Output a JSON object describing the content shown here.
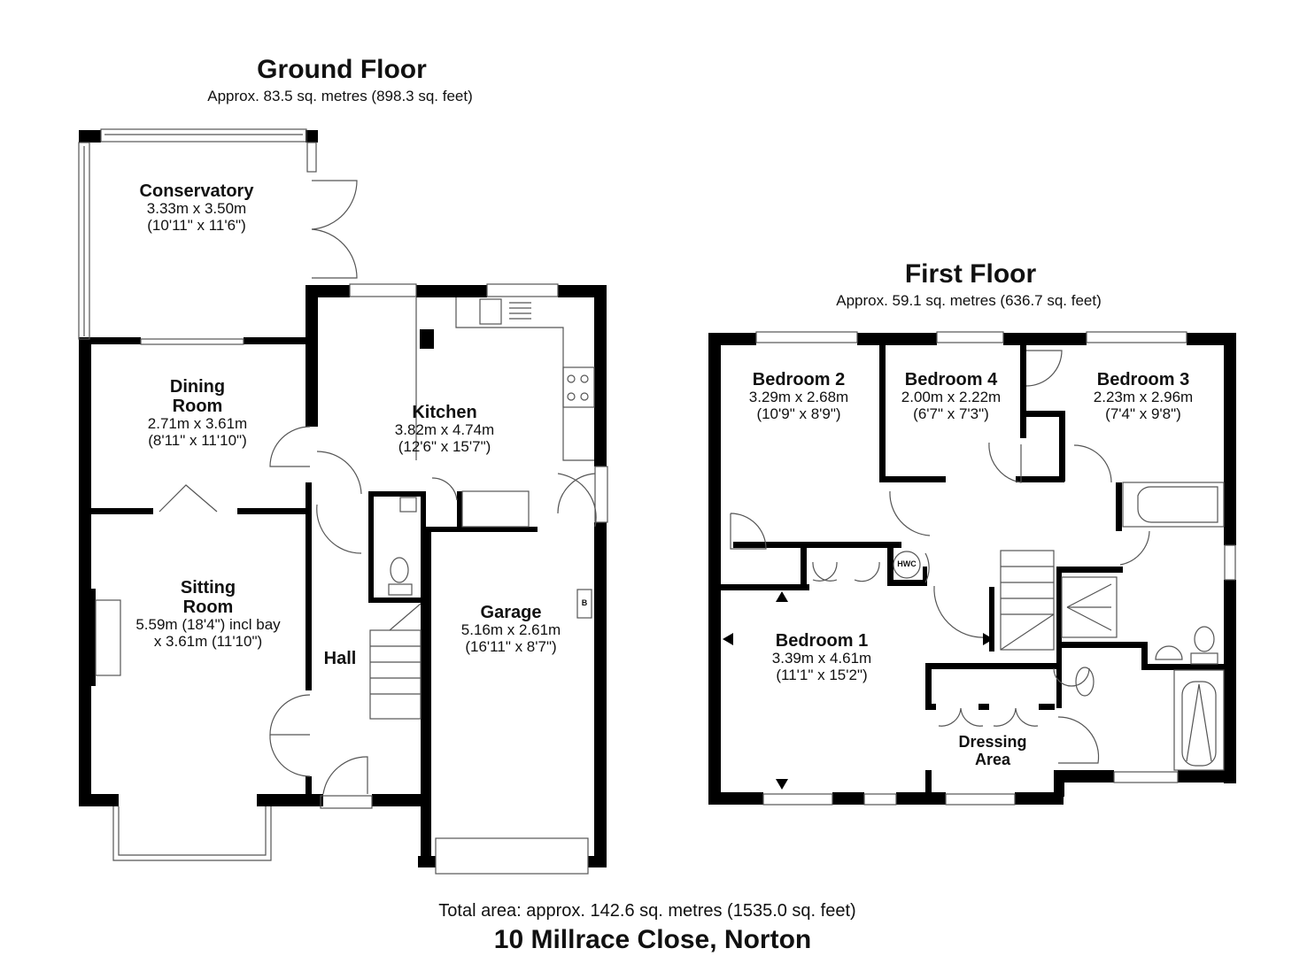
{
  "ground_floor": {
    "title": "Ground Floor",
    "area": "Approx. 83.5 sq. metres (898.3 sq. feet)",
    "rooms": {
      "conservatory": {
        "name": "Conservatory",
        "dim_m": "3.33m x 3.50m",
        "dim_ft": "(10'11\" x 11'6\")"
      },
      "dining": {
        "name_1": "Dining",
        "name_2": "Room",
        "dim_m": "2.71m x 3.61m",
        "dim_ft": "(8'11\" x 11'10\")"
      },
      "kitchen": {
        "name": "Kitchen",
        "dim_m": "3.82m x 4.74m",
        "dim_ft": "(12'6\" x 15'7\")"
      },
      "sitting": {
        "name_1": "Sitting",
        "name_2": "Room",
        "dim_1": "5.59m (18'4\") incl bay",
        "dim_2": "x 3.61m (11'10\")"
      },
      "hall": {
        "name": "Hall"
      },
      "garage": {
        "name": "Garage",
        "dim_m": "5.16m x 2.61m",
        "dim_ft": "(16'11\" x 8'7\")",
        "boiler": "B"
      }
    }
  },
  "first_floor": {
    "title": "First Floor",
    "area": "Approx. 59.1 sq. metres (636.7 sq. feet)",
    "rooms": {
      "bedroom2": {
        "name": "Bedroom 2",
        "dim_m": "3.29m x 2.68m",
        "dim_ft": "(10'9\" x 8'9\")"
      },
      "bedroom4": {
        "name": "Bedroom 4",
        "dim_m": "2.00m x 2.22m",
        "dim_ft": "(6'7\" x 7'3\")"
      },
      "bedroom3": {
        "name": "Bedroom 3",
        "dim_m": "2.23m x 2.96m",
        "dim_ft": "(7'4\" x 9'8\")"
      },
      "bedroom1": {
        "name": "Bedroom 1",
        "dim_m": "3.39m x 4.61m",
        "dim_ft": "(11'1\" x 15'2\")"
      },
      "dressing": {
        "name_1": "Dressing",
        "name_2": "Area"
      },
      "hwc": {
        "label": "HWC"
      }
    }
  },
  "footer": {
    "total_area": "Total area: approx. 142.6 sq. metres (1535.0 sq. feet)",
    "address": "10 Millrace Close, Norton"
  }
}
